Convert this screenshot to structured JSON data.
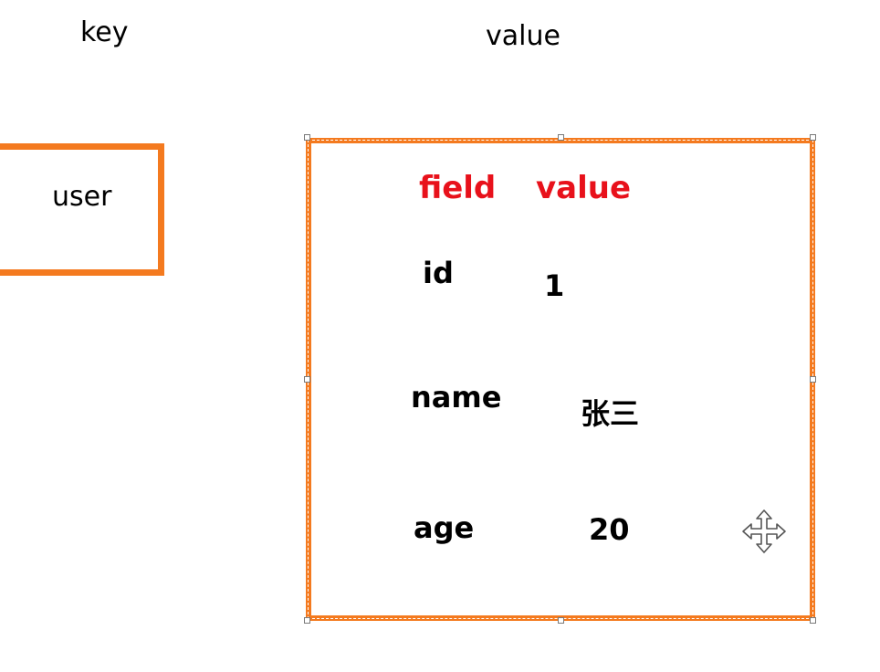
{
  "headings": {
    "key": "key",
    "value": "value"
  },
  "key_box": {
    "label": "user"
  },
  "hash": {
    "columns": {
      "field": "field",
      "value": "value"
    },
    "rows": [
      {
        "field": "id",
        "value": "1"
      },
      {
        "field": "name",
        "value": "张三"
      },
      {
        "field": "age",
        "value": "20"
      }
    ]
  },
  "colors": {
    "box_border": "#f47a1f",
    "header_text": "#e8111b"
  },
  "icons": {
    "move": "move-arrows-icon"
  }
}
